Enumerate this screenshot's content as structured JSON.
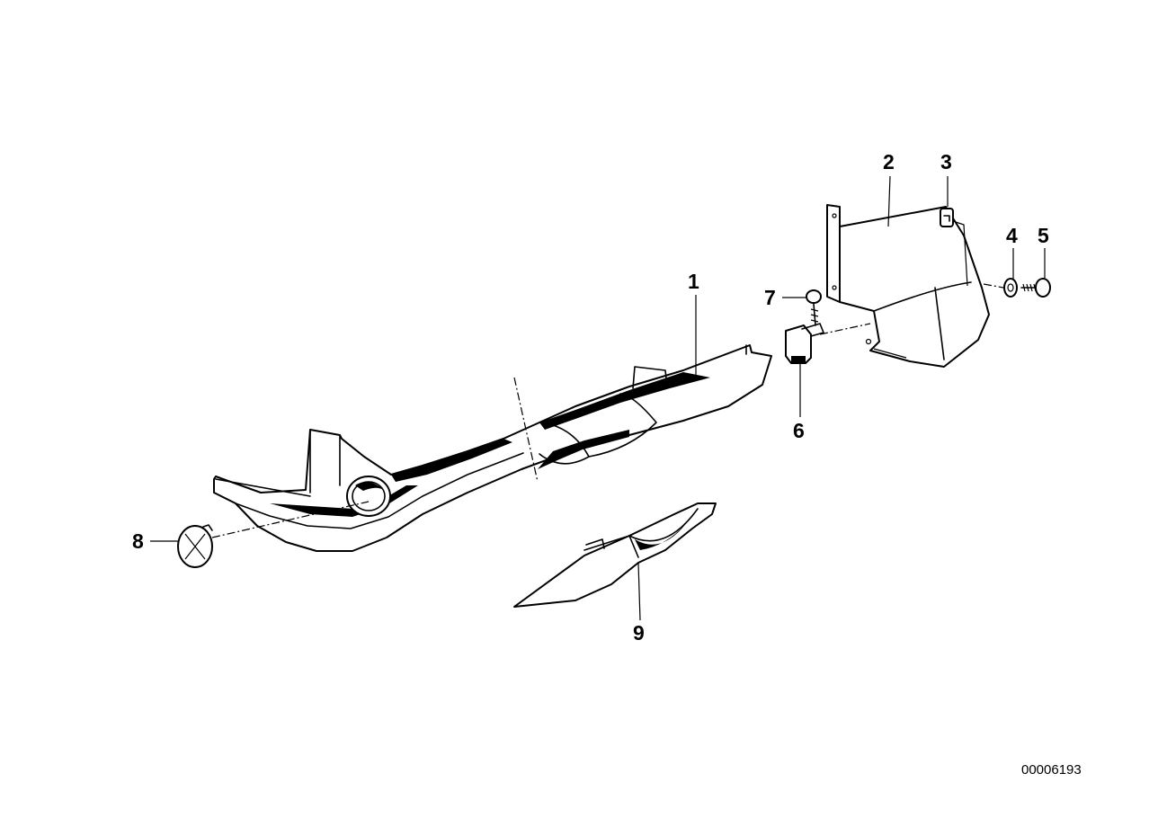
{
  "callouts": {
    "part_1": "1",
    "part_2": "2",
    "part_3": "3",
    "part_4": "4",
    "part_5": "5",
    "part_6": "6",
    "part_7": "7",
    "part_8": "8",
    "part_9": "9"
  },
  "figure_number": "00006193",
  "colors": {
    "ink": "#000000",
    "paper": "#ffffff"
  }
}
